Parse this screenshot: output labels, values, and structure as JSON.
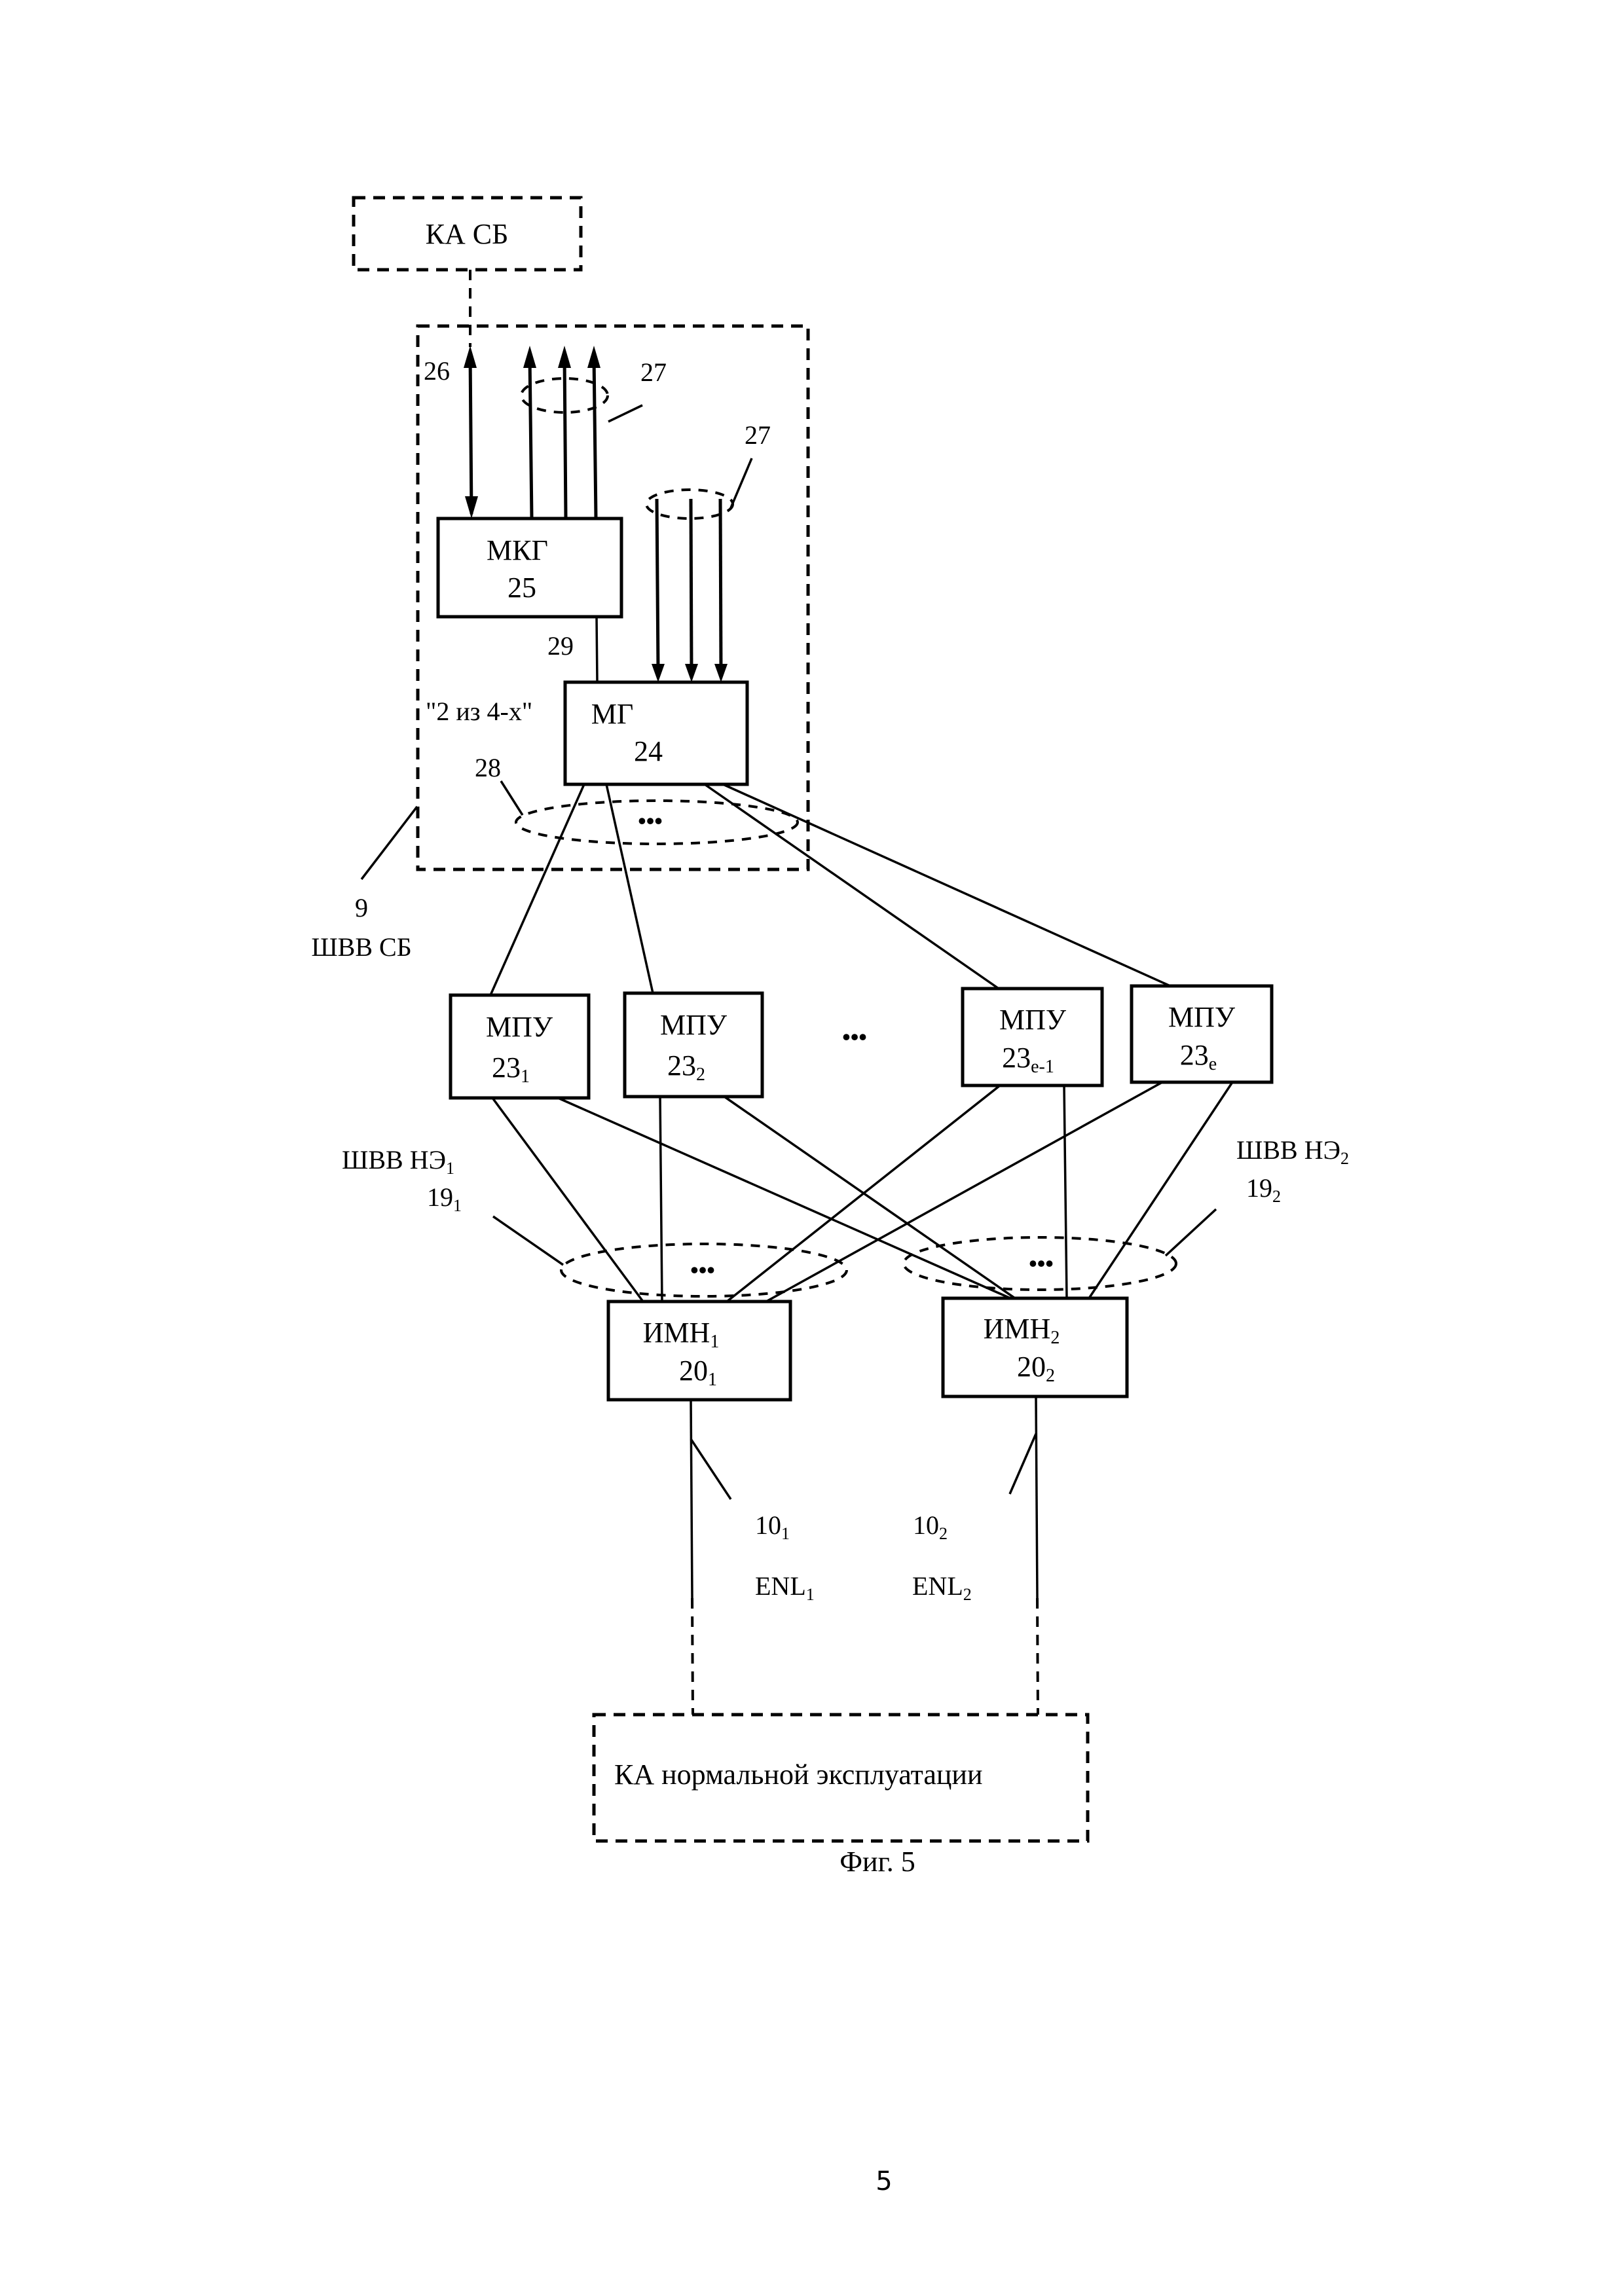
{
  "figure": {
    "caption": "Фиг. 5",
    "page_number": "5",
    "external": {
      "top_system": "КА СБ",
      "bottom_system": "КА нормальной эксплуатации"
    },
    "safety_bus": {
      "ref": "9",
      "name": "ШВВ СБ",
      "voting_note": "\"2 из 4-х\"",
      "mkg": {
        "name": "МКГ",
        "ref": "25"
      },
      "mg": {
        "name": "МГ",
        "ref": "24"
      },
      "link_refs": {
        "bidirectional": "26",
        "group_out": "27",
        "group_in": "27",
        "bundle": "28",
        "internal": "29"
      }
    },
    "mpu_modules": [
      {
        "name": "МПУ",
        "ref": "23",
        "sub": "1"
      },
      {
        "name": "МПУ",
        "ref": "23",
        "sub": "2"
      },
      {
        "name": "МПУ",
        "ref": "23",
        "sub": "e-1"
      },
      {
        "name": "МПУ",
        "ref": "23",
        "sub": "e"
      }
    ],
    "ellipsis": "•••",
    "normal_buses": [
      {
        "name": "ШВВ НЭ",
        "sub": "1",
        "ref": "19",
        "ref_sub": "1"
      },
      {
        "name": "ШВВ НЭ",
        "sub": "2",
        "ref": "19",
        "ref_sub": "2"
      }
    ],
    "imn_modules": [
      {
        "name": "ИМН",
        "sub": "1",
        "ref": "20",
        "ref_sub": "1"
      },
      {
        "name": "ИМН",
        "sub": "2",
        "ref": "20",
        "ref_sub": "2"
      }
    ],
    "enl_links": [
      {
        "ref": "10",
        "ref_sub": "1",
        "name": "ENL",
        "sub": "1"
      },
      {
        "ref": "10",
        "ref_sub": "2",
        "name": "ENL",
        "sub": "2"
      }
    ]
  }
}
